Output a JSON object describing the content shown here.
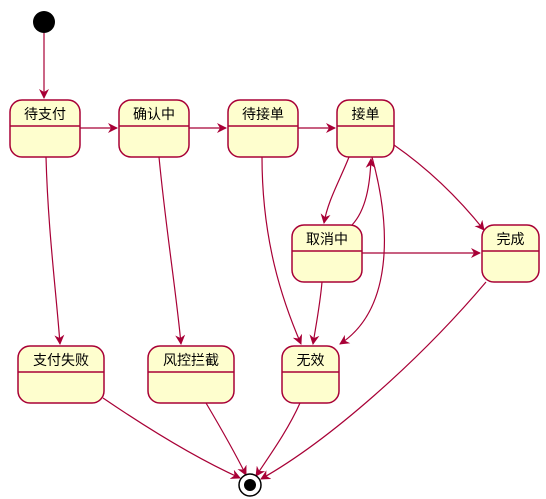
{
  "diagram": {
    "type": "state-diagram",
    "colors": {
      "state_fill": "#fefece",
      "state_border": "#a80036",
      "arrow": "#a80036",
      "start_node": "#000000",
      "text": "#000000"
    },
    "start_node": "start",
    "end_node": "end",
    "states": [
      {
        "id": "s_pending_pay",
        "label": "待支付"
      },
      {
        "id": "s_confirming",
        "label": "确认中"
      },
      {
        "id": "s_pending_accept",
        "label": "待接单"
      },
      {
        "id": "s_accepted",
        "label": "接单"
      },
      {
        "id": "s_cancelling",
        "label": "取消中"
      },
      {
        "id": "s_completed",
        "label": "完成"
      },
      {
        "id": "s_pay_failed",
        "label": "支付失败"
      },
      {
        "id": "s_risk_blocked",
        "label": "风控拦截"
      },
      {
        "id": "s_invalid",
        "label": "无效"
      }
    ],
    "transitions": [
      {
        "from": "start",
        "to": "s_pending_pay"
      },
      {
        "from": "s_pending_pay",
        "to": "s_confirming"
      },
      {
        "from": "s_confirming",
        "to": "s_pending_accept"
      },
      {
        "from": "s_pending_accept",
        "to": "s_accepted"
      },
      {
        "from": "s_pending_pay",
        "to": "s_pay_failed"
      },
      {
        "from": "s_confirming",
        "to": "s_risk_blocked"
      },
      {
        "from": "s_pending_accept",
        "to": "s_invalid"
      },
      {
        "from": "s_accepted",
        "to": "s_cancelling"
      },
      {
        "from": "s_cancelling",
        "to": "s_accepted"
      },
      {
        "from": "s_accepted",
        "to": "s_completed"
      },
      {
        "from": "s_accepted",
        "to": "s_invalid"
      },
      {
        "from": "s_cancelling",
        "to": "s_completed"
      },
      {
        "from": "s_cancelling",
        "to": "s_invalid"
      },
      {
        "from": "s_pay_failed",
        "to": "end"
      },
      {
        "from": "s_risk_blocked",
        "to": "end"
      },
      {
        "from": "s_invalid",
        "to": "end"
      },
      {
        "from": "s_completed",
        "to": "end"
      }
    ]
  }
}
